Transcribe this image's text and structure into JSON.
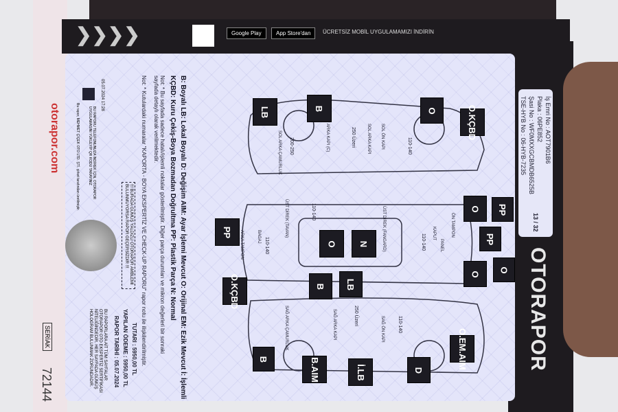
{
  "header": {
    "banner": "ÜCRETSİZ MOBİL UYGULAMAMIZI İNDİRİN",
    "google_play": "Google Play",
    "app_store": "App Store'dan"
  },
  "info": {
    "rows": [
      "İş Emri No : AOT7901B6",
      "Plaka : 06PE852",
      "Şasi No : WF0MXXGCBMDB6525B",
      "TSE-HYB No : 06-HYB-7235"
    ],
    "page": "13 / 32"
  },
  "brand": "OTORAPOR",
  "labels": [
    "LB",
    "B",
    "O",
    "O.KÇBD",
    "PP",
    "O",
    "PP",
    "O",
    "O",
    "N",
    "O",
    "B",
    "LB",
    "PP",
    "O.KÇBD",
    "B",
    "B.AIM",
    "İ.LB",
    "D",
    "O.EM.AIM"
  ],
  "parts": [
    "SOL ÖN KAPI",
    "SOL ARKA KAPI",
    "SOL ARKA ÇAMURLUK",
    "ARKA KAPI (C)",
    "ÖN TAMPON",
    "KAPUT",
    "PANEL",
    "BAGAJ",
    "ARKA TAMPON",
    "ÜST DİREK (TAVAN)",
    "SAĞ ÖN KAPI",
    "SAĞ ARKA KAPI",
    "SAĞ ARKA ÇAMURLUK",
    "ÜST DİREK (FANGARD)"
  ],
  "microns": [
    "110-140",
    "250 Üzeri",
    "200-250",
    "110-140",
    "110-140",
    "110-140",
    "250 Üzeri",
    "110-140"
  ],
  "legend": {
    "line1": "B: Boyalı LB: Lokal Boyalı D: Değişim AIM: Ayar İşlemi Mevcut O: Orijinal EM: Ezik Mevcut İ: İşlemli",
    "line2": "KÇBD: Kuru Çekiş-Boya Bozmadan Doğrultma PP: Plastik Parça N: Normal",
    "note1": "Not: * Bu sayfada sadece hatalı/işlemli noktalar gösterilmiştir. Diğer parça durumları ve mikron değerleri bir sonraki sayfada detaylı olarak verilmektedir.",
    "note2": "Not: * Kutulardaki numaralar \"KAPORTA - BOYA EKSPERTİZ VE CHECK-UP RAPORU\" rapor notu ile ilişkilendirilmiştir."
  },
  "hologram_note": "!!! BURADA GÜMÜŞ YALDIZLI OTORAPOR AMBLEMİ BULUNMUYORSA RAPOR GEÇERSİZDİR !!!",
  "payment": {
    "tutar": "TUTARI : 5950,00 TL",
    "odeme": "YAPILAN ÖDEME : 5950,00 TL",
    "tarih": "RAPOR TARİHİ : 05.07.2024"
  },
  "footer": {
    "date": "05.07.2024 17:28",
    "qr1": "BU RAPORU TELEFONUNUZA İNDİREK İÇİN, OTORAPOR UYGULAMASINI YÜKLEYİP QR KODU TARAYINIZ",
    "qr2": "Bu rapor, MEHMET ÇİÇEK OTO LTD. ŞTİ. şirket tarafından üretilmiştir.",
    "validity": "BU RAPORLARA AİT TÜM SAYFALAR OTORAPOR OTO EKSPERTİZ SERTİFİKASI NİTELİĞİNDEDİR. HER SAYFADA GÜMÜŞ HOLOGRAM BULUNMAK ZORUNDADIR."
  },
  "side": {
    "site": "otorapor.com",
    "serial_label": "SERİAK",
    "serial": "72144"
  }
}
